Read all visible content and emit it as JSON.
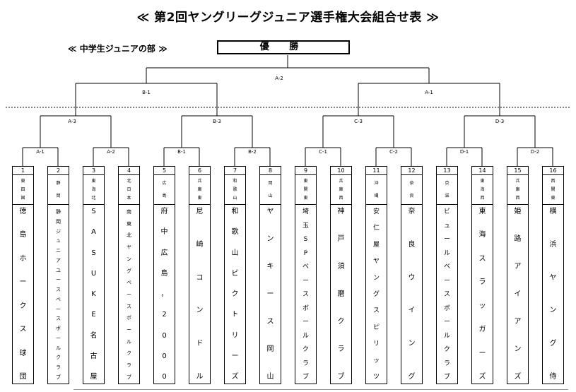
{
  "title": "≪ 第2回ヤングリーグジュニア選手権大会組合せ表 ≫",
  "section": "≪ 中学生ジュニアの部 ≫",
  "champion_label": "優 勝",
  "matches": {
    "final": "A-2",
    "b1": "B-1",
    "a1_top": "A-1",
    "a3": "A-3",
    "b3": "B-3",
    "c3": "C-3",
    "d3": "D-3",
    "a1": "A-1",
    "a2": "A-2",
    "b1_low": "B-1",
    "b2": "B-2",
    "c1": "C-1",
    "c2": "C-2",
    "d1": "D-1",
    "d2": "D-2"
  },
  "teams": [
    {
      "num": "1",
      "pref": "東四国",
      "name": "徳島ホークス球団"
    },
    {
      "num": "2",
      "pref": "静 岡",
      "name": "静岡ジュニアユースベースボールクラブ"
    },
    {
      "num": "3",
      "pref": "東海北",
      "name": "SASUKE名古屋"
    },
    {
      "num": "4",
      "pref": "北日本",
      "name": "南東北ヤングベースボールクラブ"
    },
    {
      "num": "5",
      "pref": "広 島",
      "name": "府中広島，2000"
    },
    {
      "num": "6",
      "pref": "兵庫東",
      "name": "尼崎コンドル"
    },
    {
      "num": "7",
      "pref": "和歌山",
      "name": "和歌山ビクトリーズ"
    },
    {
      "num": "8",
      "pref": "岡 山",
      "name": "ヤンキース岡山"
    },
    {
      "num": "9",
      "pref": "東関東",
      "name": "埼玉SPベースボールクラブ"
    },
    {
      "num": "10",
      "pref": "兵庫西",
      "name": "神戸須磨クラブ"
    },
    {
      "num": "11",
      "pref": "沖 縄",
      "name": "安仁屋ヤングスピリッツ"
    },
    {
      "num": "12",
      "pref": "奈 良",
      "name": "奈良ウイング"
    },
    {
      "num": "13",
      "pref": "京 滋",
      "name": "ビュールベースボールクラブ"
    },
    {
      "num": "14",
      "pref": "東海西",
      "name": "東海スラッガーズ"
    },
    {
      "num": "15",
      "pref": "兵庫西",
      "name": "姫路アイアンズ"
    },
    {
      "num": "16",
      "pref": "西関東",
      "name": "横浜ヤング侍"
    }
  ]
}
